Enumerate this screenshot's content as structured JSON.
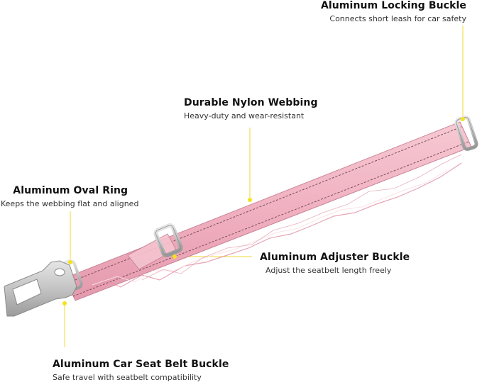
{
  "callouts": {
    "locking_buckle": {
      "title": "Aluminum Locking Buckle",
      "subtitle": "Connects short leash for car safety"
    },
    "nylon_webbing": {
      "title": "Durable Nylon Webbing",
      "subtitle": "Heavy-duty and wear-resistant"
    },
    "oval_ring": {
      "title": "Aluminum Oval Ring",
      "subtitle": "Keeps the webbing flat and aligned"
    },
    "adjuster_buckle": {
      "title": "Aluminum Adjuster Buckle",
      "subtitle": "Adjust the seatbelt length freely"
    },
    "car_buckle": {
      "title": "Aluminum Car Seat Belt Buckle",
      "subtitle": "Safe travel with seatbelt compatibility"
    }
  },
  "colors": {
    "webbing": "#f2b7c4",
    "webbing_dark": "#d88fa2",
    "stitch": "#7a4e5a",
    "metal": "#c9c9c9",
    "metal_dark": "#8f8f8f",
    "marker": "#f5e21b"
  }
}
